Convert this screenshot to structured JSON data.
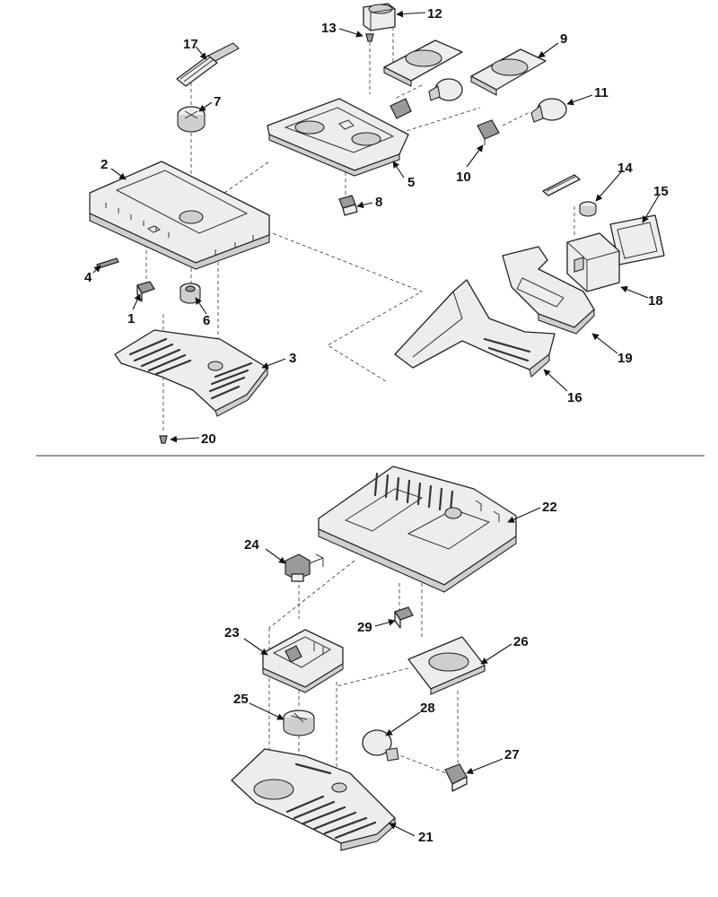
{
  "callouts": [
    "1",
    "2",
    "3",
    "4",
    "5",
    "6",
    "7",
    "8",
    "9",
    "10",
    "11",
    "12",
    "13",
    "14",
    "15",
    "16",
    "17",
    "18",
    "19",
    "20",
    "21",
    "22",
    "23",
    "24",
    "25",
    "26",
    "27",
    "28",
    "29"
  ],
  "colors": {
    "line": "#222222",
    "fill_light": "#ededed",
    "fill_dark": "#9a9a9a",
    "background": "#ffffff"
  }
}
